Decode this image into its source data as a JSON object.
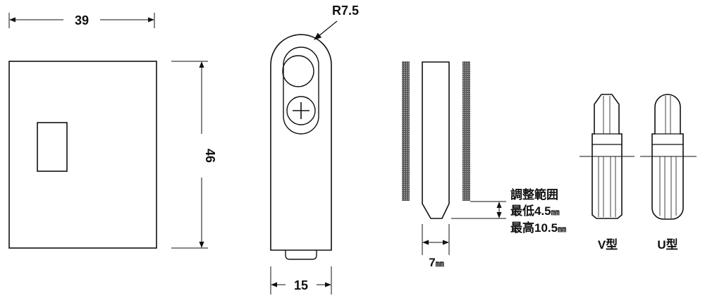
{
  "dimensions": {
    "width_label": "39",
    "height_label": "46",
    "radius_label": "R7.5",
    "slot_width_label": "15",
    "tip_width_label": "7",
    "tip_width_unit": "㎜"
  },
  "adjustment": {
    "title": "調整範囲",
    "min_label": "最低4.5",
    "min_unit": "㎜",
    "max_label": "最高10.5",
    "max_unit": "㎜"
  },
  "types": {
    "v_label": "V型",
    "u_label": "U型"
  },
  "colors": {
    "line": "#111111",
    "hatch": "#555555",
    "background": "#ffffff"
  }
}
